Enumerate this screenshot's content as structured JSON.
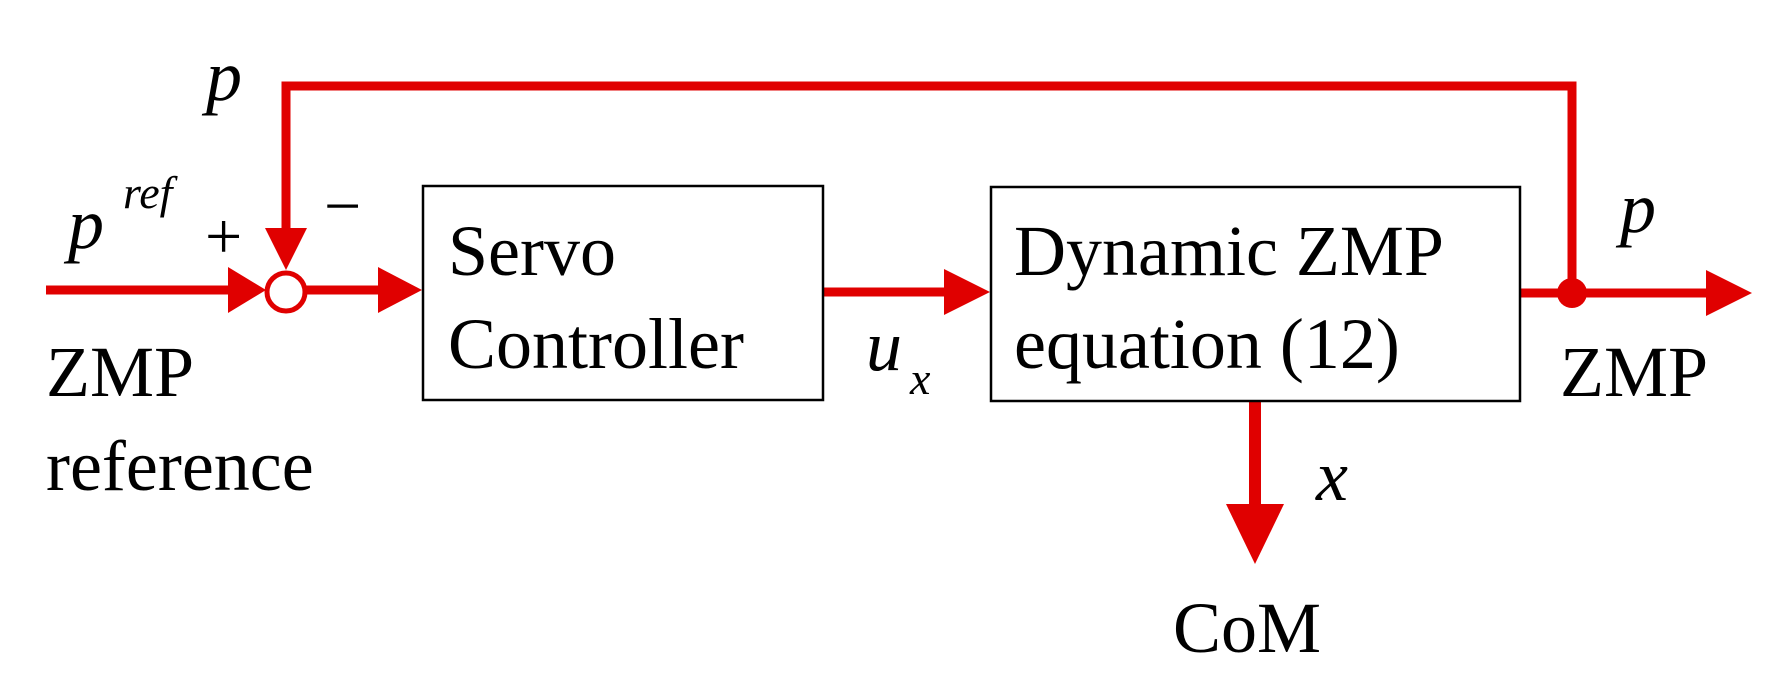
{
  "colors": {
    "signal": "#e00000",
    "block_border": "#000000",
    "text": "#000000",
    "background": "#ffffff"
  },
  "input": {
    "symbol": "p",
    "superscript": "ref",
    "label_line1": "ZMP",
    "label_line2": "reference"
  },
  "summing_junction": {
    "plus_sign": "+",
    "minus_sign": "−"
  },
  "feedback": {
    "symbol": "p"
  },
  "servo_block": {
    "line1": "Servo",
    "line2": "Controller"
  },
  "control_signal": {
    "symbol": "u",
    "subscript": "x"
  },
  "dynamics_block": {
    "line1": "Dynamic ZMP",
    "line2": "equation (12)"
  },
  "output": {
    "symbol": "p",
    "label": "ZMP"
  },
  "com_output": {
    "symbol": "x",
    "label": "CoM"
  }
}
